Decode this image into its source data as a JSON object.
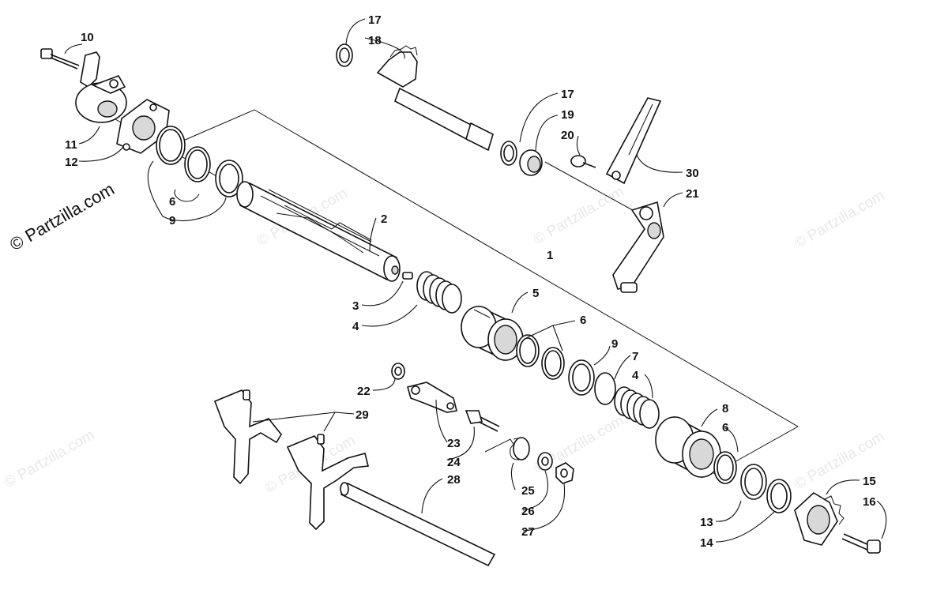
{
  "copyright": "© Partzilla.com",
  "watermark": "© Partzilla.com",
  "callouts": {
    "c1": "1",
    "c2": "2",
    "c3": "3",
    "c4a": "4",
    "c4b": "4",
    "c5": "5",
    "c6a": "6",
    "c6b": "6",
    "c6c": "6",
    "c7": "7",
    "c8": "8",
    "c9a": "9",
    "c9b": "9",
    "c10": "10",
    "c11": "11",
    "c12": "12",
    "c13": "13",
    "c14": "14",
    "c15": "15",
    "c16": "16",
    "c17a": "17",
    "c17b": "17",
    "c18": "18",
    "c19": "19",
    "c20": "20",
    "c21": "21",
    "c22": "22",
    "c23": "23",
    "c24": "24",
    "c25": "25",
    "c26": "26",
    "c27": "27",
    "c28": "28",
    "c29": "29",
    "c30": "30"
  }
}
